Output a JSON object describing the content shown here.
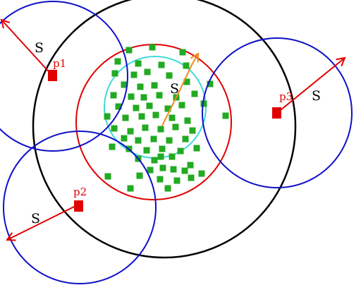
{
  "labels": {
    "radius": "S",
    "point_1": "p1",
    "point_2": "p2",
    "point_3": "p3"
  },
  "colors": {
    "background": "#ffffff",
    "outer_circle": "#000000",
    "middle_circle": "#e00000",
    "inner_circle": "#40d8d8",
    "query_circles": "#1010c8",
    "query_points": "#e00000",
    "radius_arrows": "#e00000",
    "inner_radius_arrow": "#f08c1e",
    "data_points": "#22aa22",
    "label_text": "#000000",
    "point_label_text": "#e00000"
  },
  "counts": {
    "query_points": 3,
    "data_points": 69
  }
}
